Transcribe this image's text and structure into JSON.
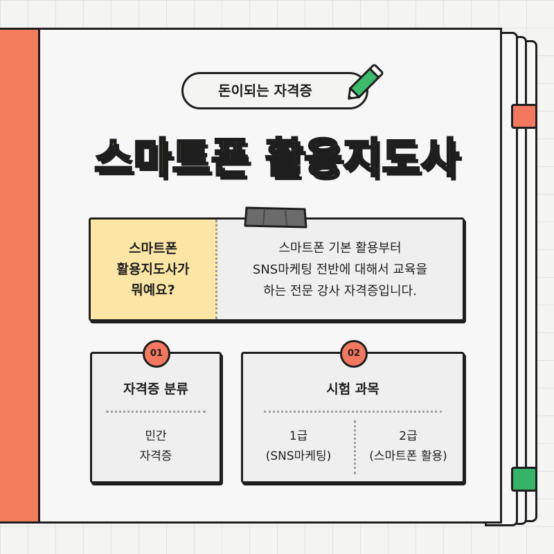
{
  "header": {
    "tag": "돈이되는 자격증",
    "title_part1": "스마트폰",
    "title_part2": "활용지도사"
  },
  "info": {
    "question": "스마트폰\n활용지도사가\n뭐예요?",
    "answer": "스마트폰 기본 활용부터\nSNS마케팅 전반에 대해서 교육을\n하는 전문 강사 자격증입니다."
  },
  "cards": [
    {
      "number": "01",
      "title": "자격증 분류",
      "body": "민간\n자격증"
    },
    {
      "number": "02",
      "title": "시험 과목",
      "items": [
        "1급\n(SNS마케팅)",
        "2급\n(스마트폰 활용)"
      ]
    }
  ],
  "colors": {
    "spine": "#f47d5e",
    "title_yellow": "#ffd84d",
    "title_green": "#3cbc6b",
    "question_bg": "#fbe6a5",
    "badge": "#f47860",
    "tab_red": "#f47860",
    "tab_green": "#35b368"
  }
}
